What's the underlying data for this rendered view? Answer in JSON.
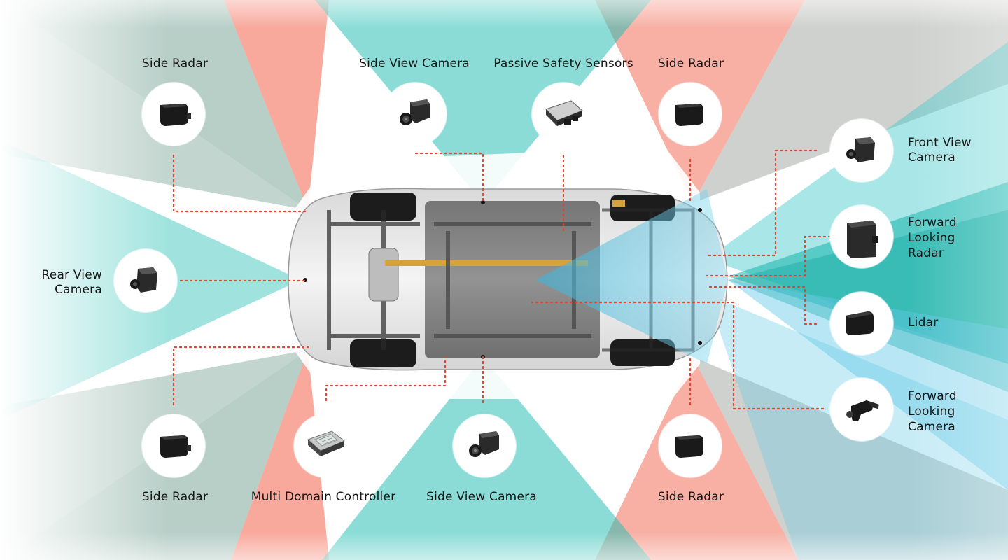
{
  "colors": {
    "coverage_teal": "#2cc0b5",
    "coverage_salmon": "#f36f5a",
    "coverage_cyan": "#61c8e6",
    "connector": "#e0442f",
    "node_fill": "#ffffff",
    "text": "#141414"
  },
  "sensors": {
    "side_radar_top_left": {
      "label": "Side Radar",
      "icon": "radar-sensor-icon"
    },
    "side_view_camera_top": {
      "label": "Side View Camera",
      "icon": "camera-icon"
    },
    "passive_safety_sensors": {
      "label": "Passive Safety Sensors",
      "icon": "control-module-icon"
    },
    "side_radar_top_right": {
      "label": "Side Radar",
      "icon": "radar-sensor-icon"
    },
    "rear_view_camera": {
      "label_lines": [
        "Rear View",
        "Camera"
      ],
      "icon": "camera-icon"
    },
    "front_view_camera": {
      "label_lines": [
        "Front View",
        "Camera"
      ],
      "icon": "camera-icon"
    },
    "forward_looking_radar": {
      "label_lines": [
        "Forward",
        "Looking",
        "Radar"
      ],
      "icon": "radar-panel-icon"
    },
    "lidar": {
      "label": "Lidar",
      "icon": "lidar-sensor-icon"
    },
    "forward_looking_camera": {
      "label_lines": [
        "Forward",
        "Looking",
        "Camera"
      ],
      "icon": "windshield-camera-icon"
    },
    "side_radar_bottom_left": {
      "label": "Side Radar",
      "icon": "radar-sensor-icon"
    },
    "multi_domain_controller": {
      "label": "Multi Domain Controller",
      "icon": "circuit-board-icon"
    },
    "side_view_camera_bottom": {
      "label": "Side View Camera",
      "icon": "camera-icon"
    },
    "side_radar_bottom_right": {
      "label": "Side Radar",
      "icon": "radar-sensor-icon"
    }
  }
}
